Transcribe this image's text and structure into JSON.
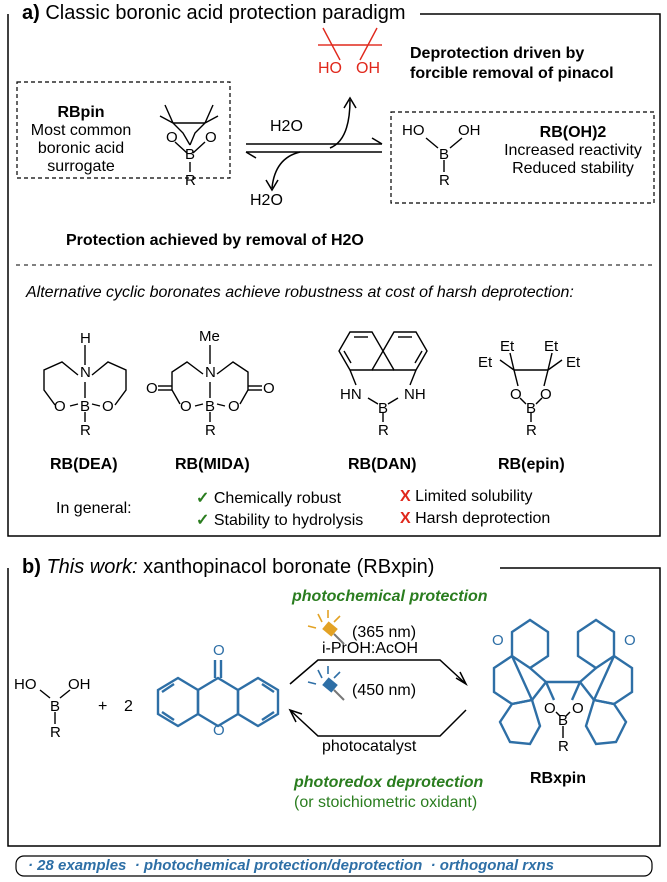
{
  "section_a": {
    "letter": "a)",
    "title": "Classic boronic acid protection paradigm",
    "rbpin": {
      "name": "RBpin",
      "line1": "Most common",
      "line2": "boronic acid",
      "line3": "surrogate"
    },
    "pinacol": {
      "oh1": "HO",
      "oh2": "OH"
    },
    "deprotection": {
      "line1": "Deprotection driven by",
      "line2": "forcible removal of pinacol"
    },
    "water_top": "H2O",
    "water_bottom": "H2O",
    "protection_text": "Protection achieved by removal of H2O",
    "rboh2": {
      "name": "RB(OH)2",
      "line1": "Increased reactivity",
      "line2": "Reduced stability"
    },
    "alternative_text": "Alternative cyclic boronates achieve robustness at cost of harsh deprotection:",
    "compounds": [
      "RB(DEA)",
      "RB(MIDA)",
      "RB(DAN)",
      "RB(epin)"
    ],
    "general_label": "In general:",
    "pros": [
      "Chemically robust",
      "Stability to hydrolysis"
    ],
    "cons": [
      "Limited solubility",
      "Harsh deprotection"
    ],
    "check_mark": "✓",
    "cross_mark": "X"
  },
  "section_b": {
    "letter": "b)",
    "title_italic": "This work:",
    "title_rest": "xanthopinacol boronate (RBxpin)",
    "photochemical_protection": "photochemical protection",
    "wavelength_protect": "(365 nm)",
    "solvent": "i-PrOH:AcOH",
    "wavelength_deprotect": "(450 nm)",
    "catalyst": "photocatalyst",
    "photoredox_deprotection": "photoredox deprotection",
    "oxidant_note": "(or stoichiometric oxidant)",
    "plus": "+",
    "equiv": "2",
    "product": "RBxpin"
  },
  "footer": {
    "items": [
      "28 examples",
      "photochemical protection/deprotection",
      "orthogonal rxns"
    ]
  },
  "colors": {
    "green": "#2a7d1f",
    "red": "#e0281c",
    "blue": "#2e6fa6",
    "orange": "#e3a224"
  },
  "atoms": {
    "R": "R",
    "B": "B",
    "O": "O",
    "N": "N",
    "H": "H",
    "HN": "HN",
    "NH": "NH",
    "HO": "HO",
    "OH": "OH",
    "Me": "Me",
    "Et": "Et"
  }
}
